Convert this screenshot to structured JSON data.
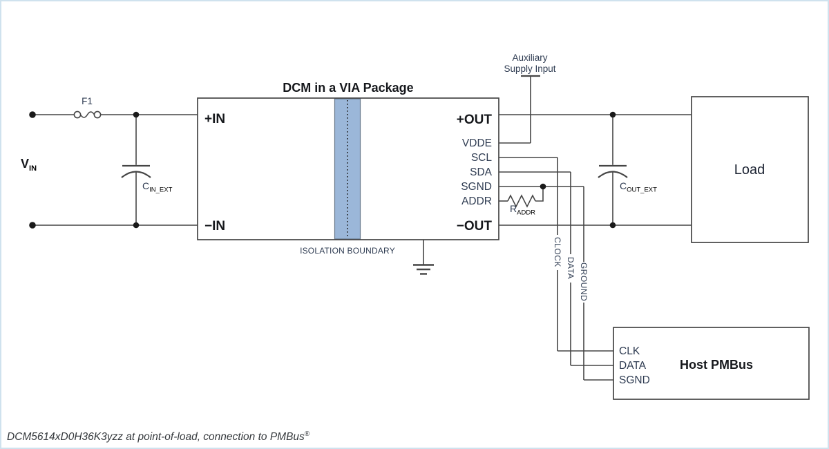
{
  "colors": {
    "wire": "#454545",
    "isolation_band_fill": "#9bb7d9",
    "isolation_band_edge": "#66788c",
    "frame_border": "#cfe2ee",
    "text_dark": "#16181c",
    "text_label": "#2f3c52"
  },
  "input_section": {
    "source_main": "V",
    "source_sub": "IN",
    "fuse_label": "F1",
    "cap_main": "C",
    "cap_sub": "IN_EXT"
  },
  "dcm": {
    "title": "DCM in a VIA Package",
    "pin_pos_in": "+IN",
    "pin_neg_in": "−IN",
    "pin_pos_out": "+OUT",
    "pin_vdde": "VDDE",
    "pin_scl": "SCL",
    "pin_sda": "SDA",
    "pin_sgnd": "SGND",
    "pin_addr": "ADDR",
    "pin_neg_out": "−OUT",
    "isolation_label": "ISOLATION BOUNDARY"
  },
  "aux_input": {
    "line1": "Auxiliary",
    "line2": "Supply Input"
  },
  "addr_resistor": {
    "main": "R",
    "sub": "ADDR"
  },
  "output_section": {
    "cap_main": "C",
    "cap_sub": "OUT_EXT"
  },
  "bus": {
    "clock": "CLOCK",
    "data": "DATA",
    "ground": "GROUND"
  },
  "load": {
    "label": "Load"
  },
  "host": {
    "title": "Host PMBus",
    "pin_clk": "CLK",
    "pin_data": "DATA",
    "pin_sgnd": "SGND"
  },
  "caption": {
    "text": "DCM5614xD0H36K3yzz at point-of-load, connection to PMBus",
    "mark": "®"
  }
}
